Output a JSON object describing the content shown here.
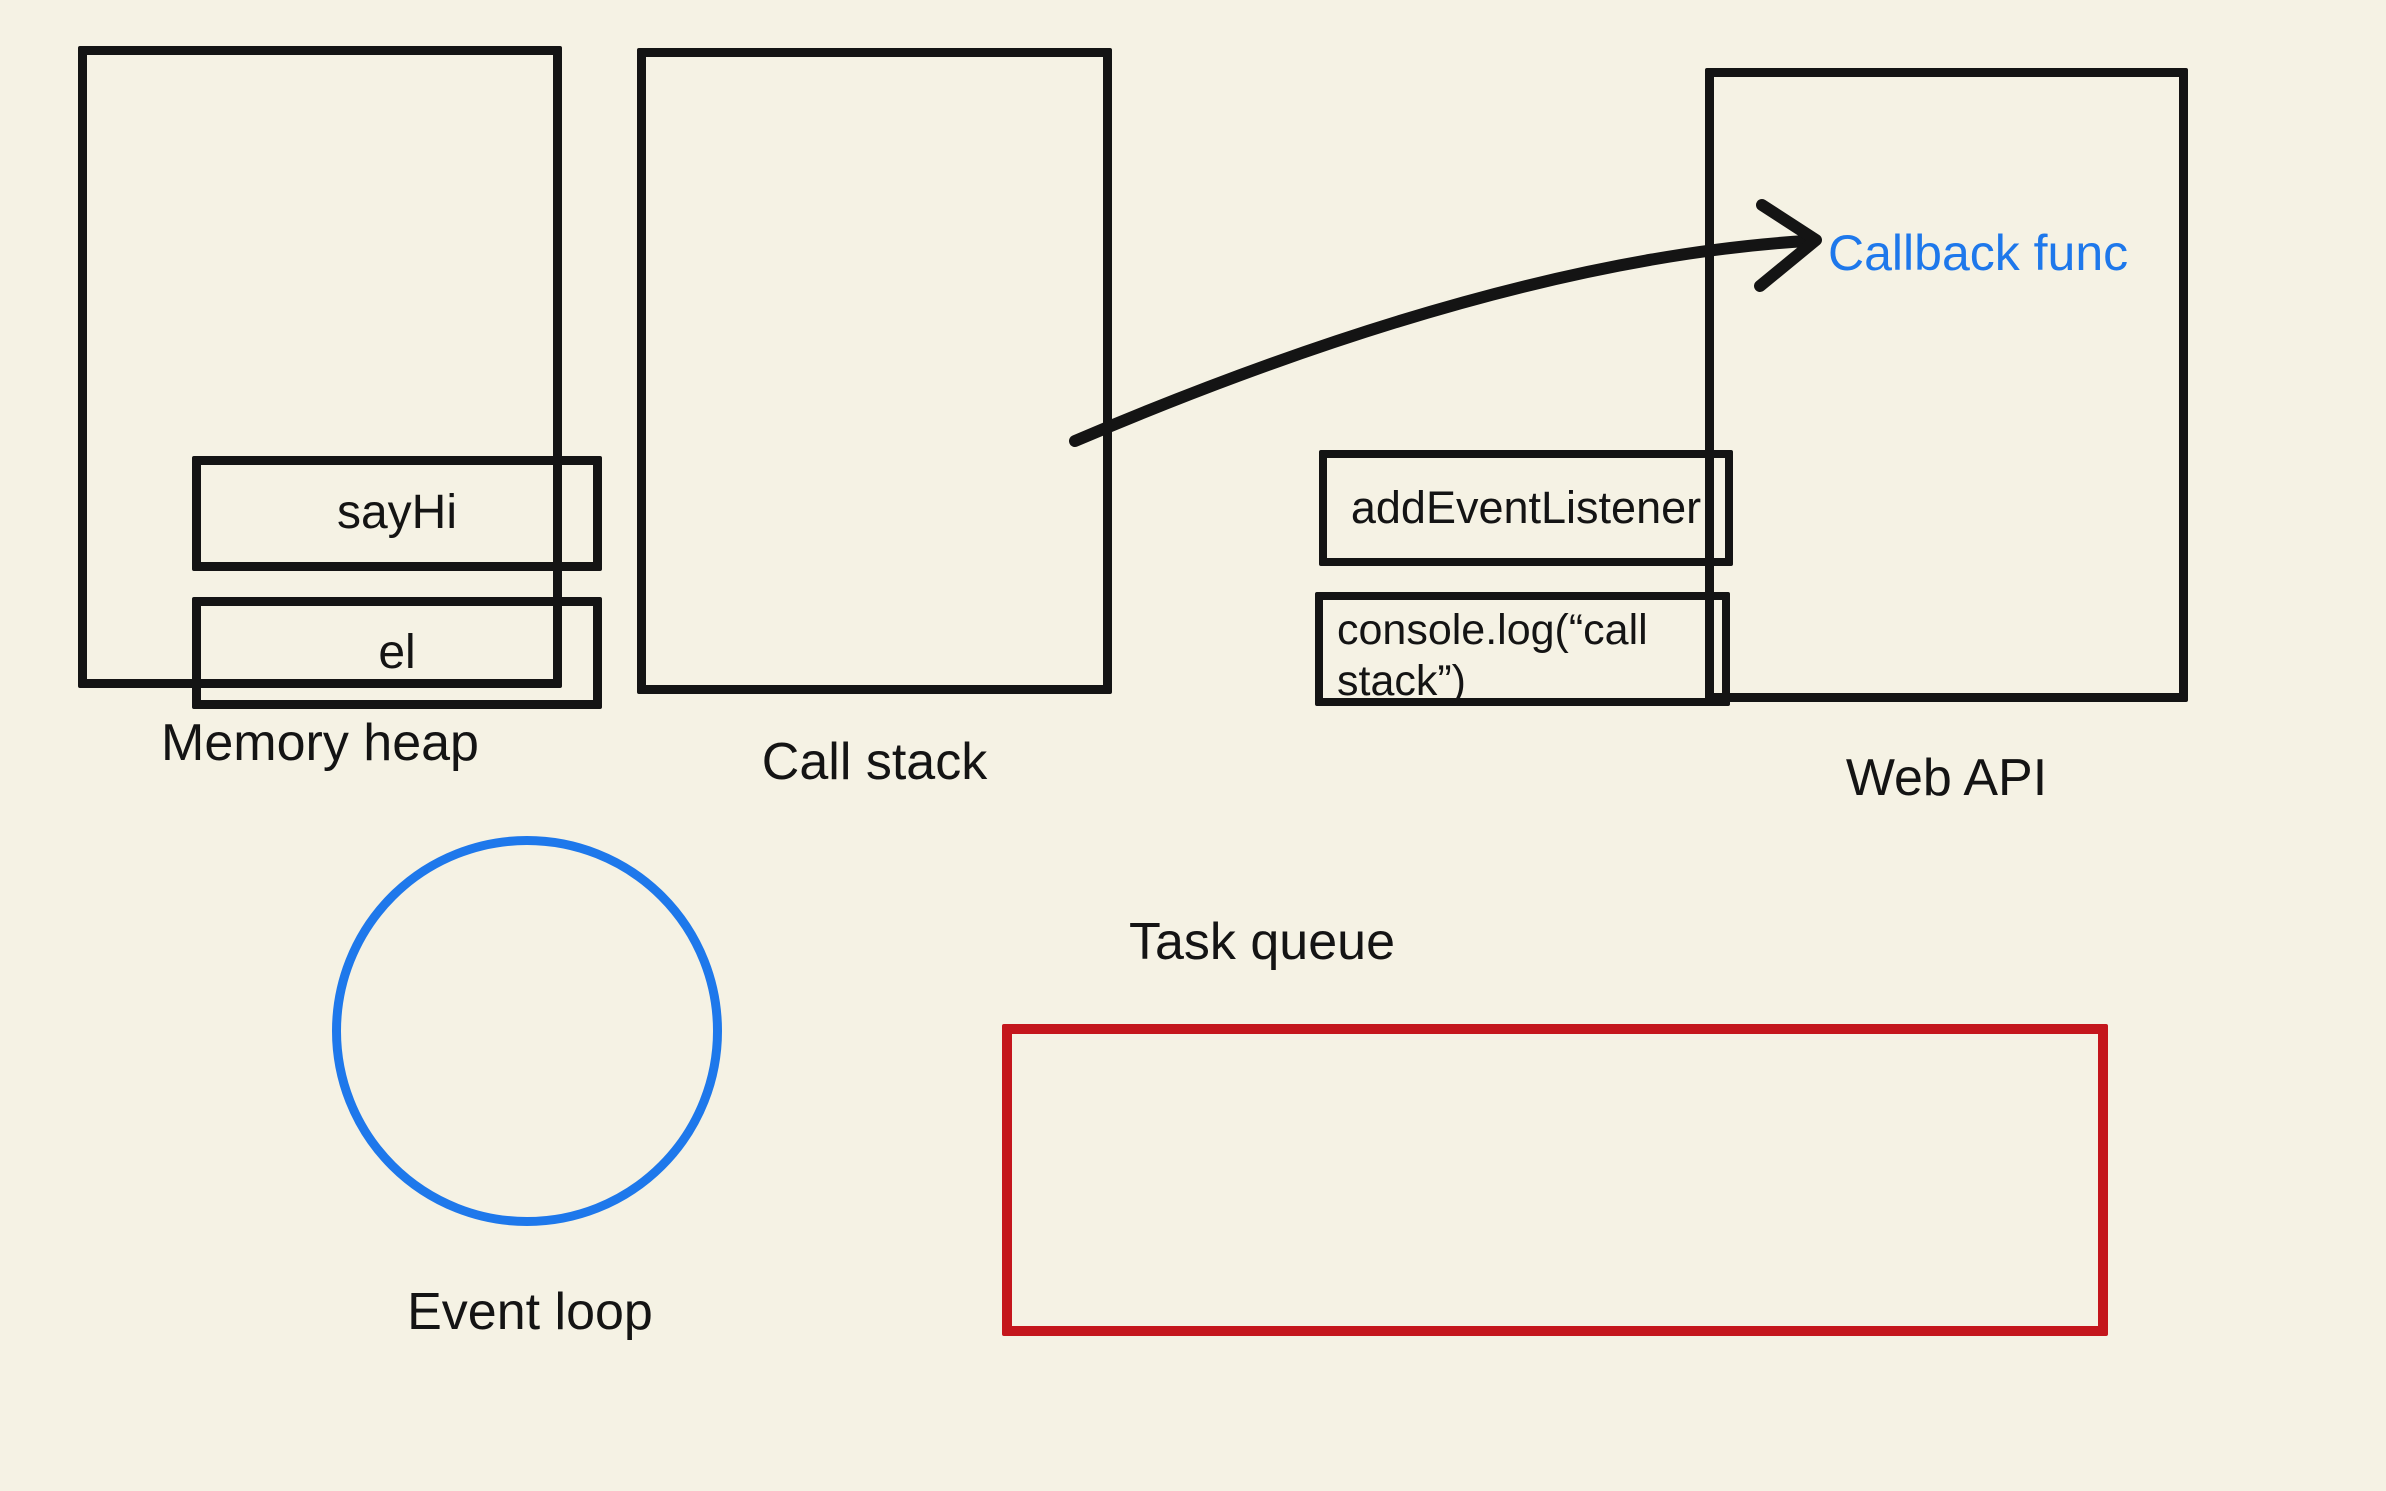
{
  "palette": {
    "background": "#F5F2E4",
    "ink": "#141414",
    "blue": "#1E78EB",
    "red": "#C4161C"
  },
  "memory_heap": {
    "label": "Memory heap",
    "items": [
      {
        "label": "sayHi"
      },
      {
        "label": "el"
      }
    ]
  },
  "call_stack": {
    "label": "Call stack",
    "frames": [
      {
        "label": "addEventListener"
      },
      {
        "label": "console.log(“call stack”)"
      }
    ]
  },
  "web_api": {
    "label": "Web API",
    "annotation": "Callback func"
  },
  "event_loop": {
    "label": "Event loop"
  },
  "task_queue": {
    "label": "Task queue"
  }
}
